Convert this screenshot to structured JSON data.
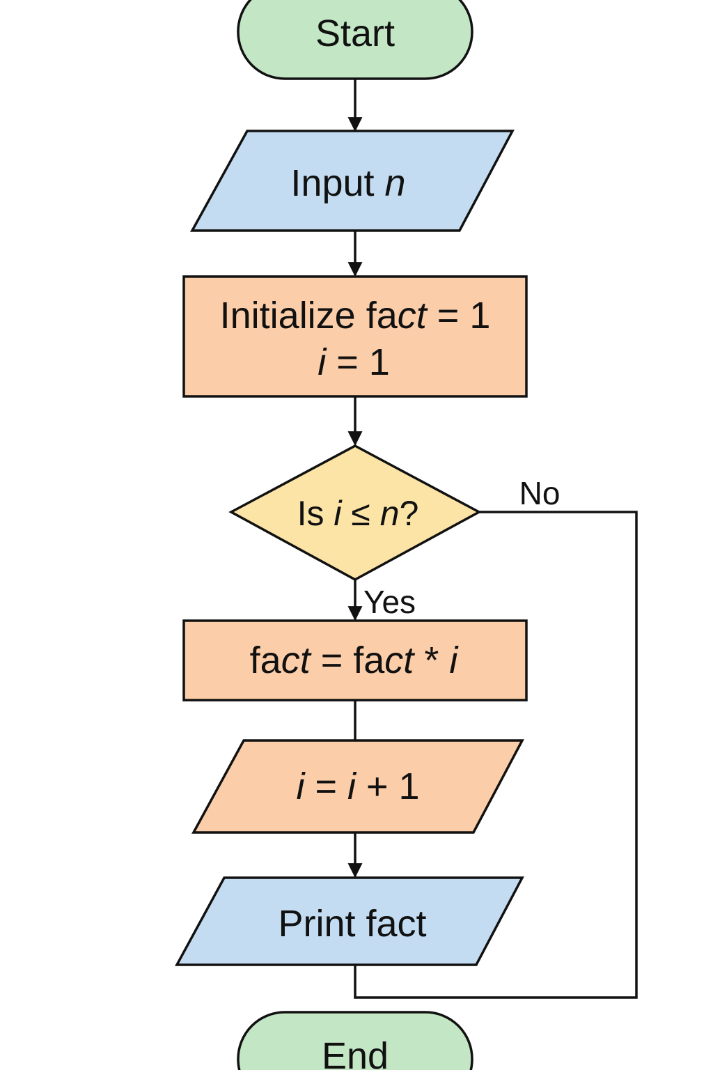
{
  "colors": {
    "terminal": "#c3e6c5",
    "io": "#c3dcf1",
    "process": "#fbcda8",
    "decision": "#fbe4a6",
    "stroke": "#111111"
  },
  "nodes": {
    "start": {
      "label": "Start"
    },
    "input": {
      "label": "Input ",
      "var": "n"
    },
    "init": {
      "line1_text": "Initialize fa",
      "line1_var": "ct",
      "line1_rest": " = 1",
      "line2_var": "i",
      "line2_rest": " = 1"
    },
    "decision": {
      "prefix": "Is ",
      "var1": "i",
      "op": " ≤ ",
      "var2": "n",
      "suffix": "?"
    },
    "multiply": {
      "p1": "fa",
      "p1v": "ct",
      "p2": " = fa",
      "p2v": "ct",
      "p3": " * ",
      "p3v": "i"
    },
    "increment": {
      "v1": "i",
      "mid": " = ",
      "v2": "i",
      "rest": " + 1"
    },
    "print": {
      "label": "Print fact"
    },
    "end": {
      "label": "End"
    }
  },
  "edges": {
    "yes_label": "Yes",
    "no_label": "No"
  }
}
